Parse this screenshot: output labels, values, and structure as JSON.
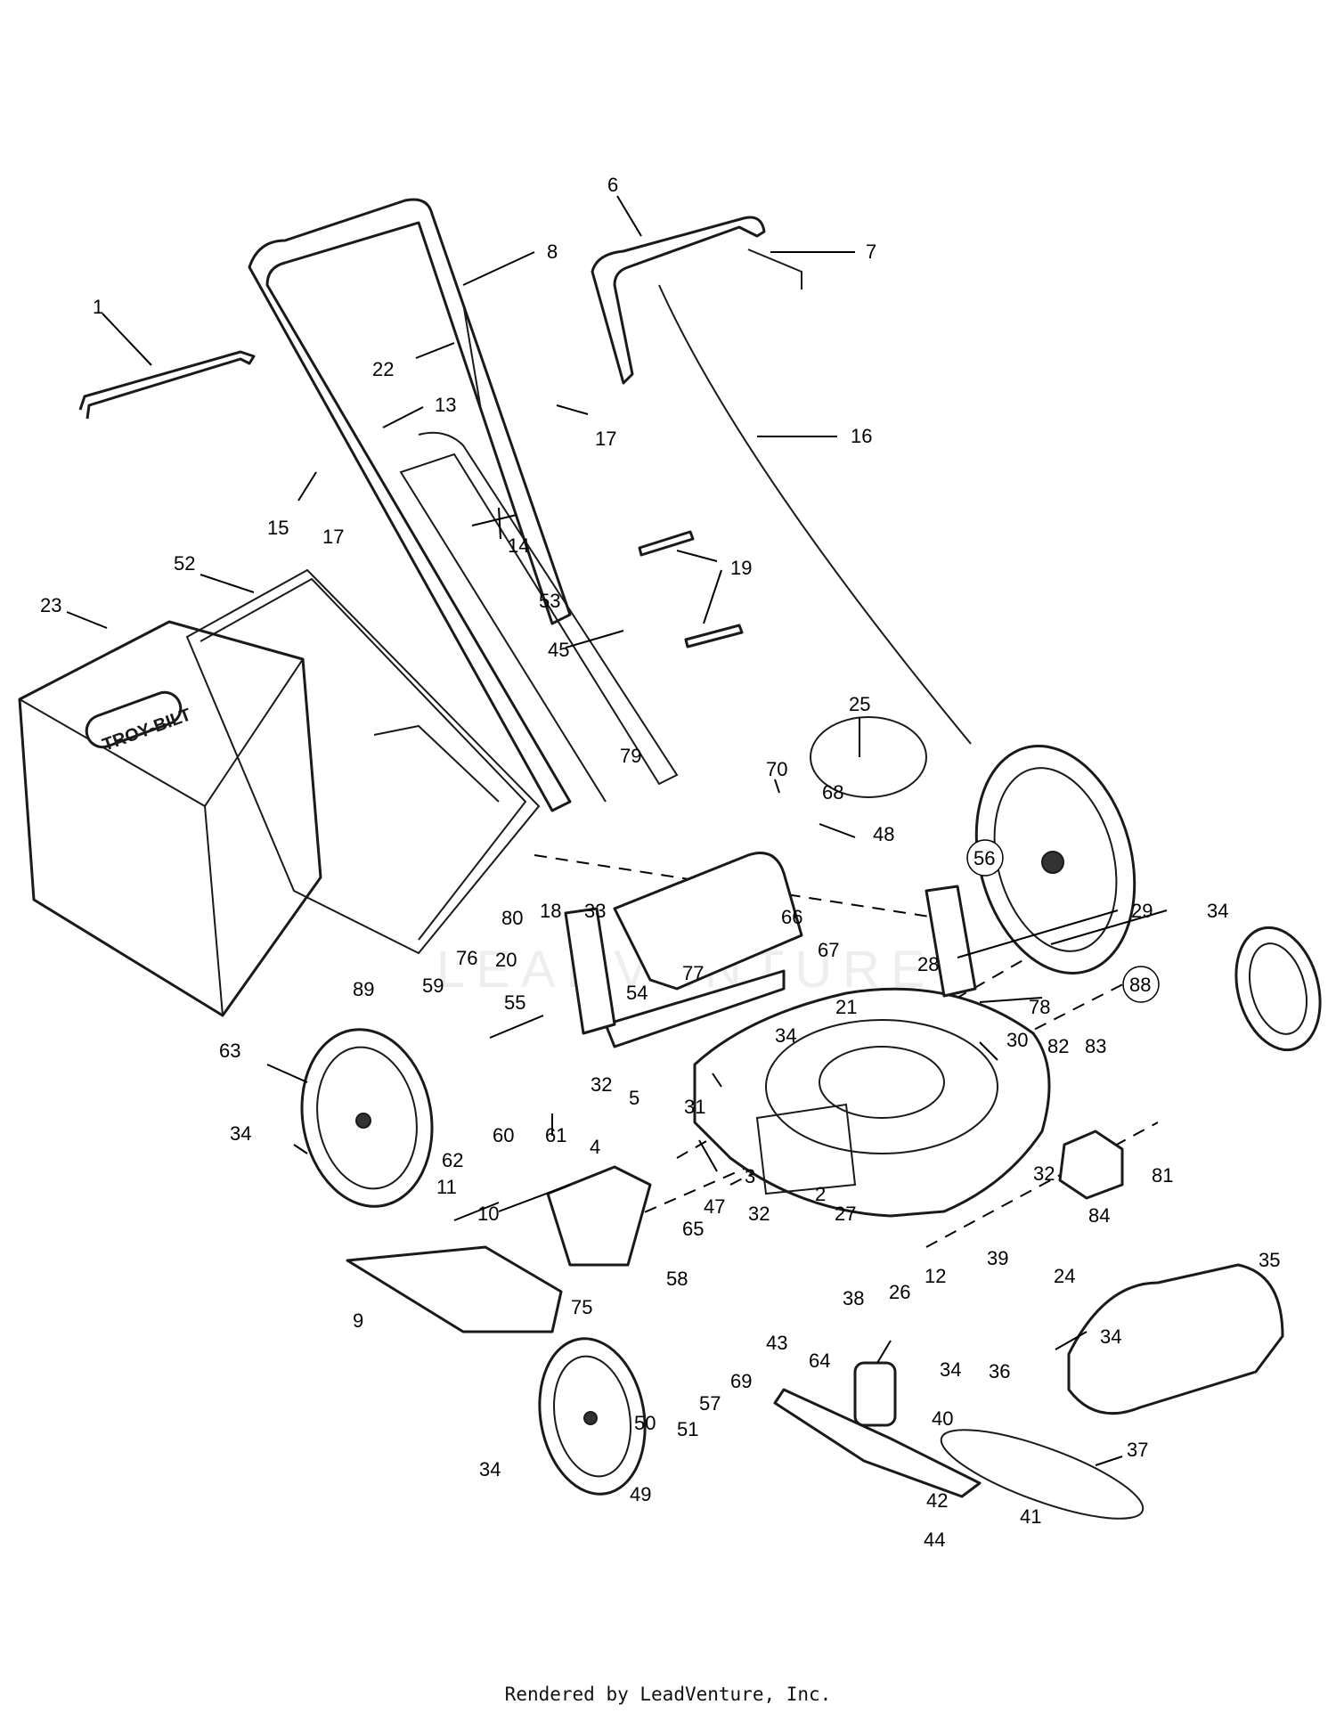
{
  "diagram": {
    "brand_logo": "TROY-BILT",
    "watermark": "LEADVENTURE",
    "callouts": [
      "1",
      "2",
      "3",
      "4",
      "5",
      "6",
      "7",
      "8",
      "9",
      "10",
      "11",
      "12",
      "13",
      "14",
      "15",
      "16",
      "17",
      "17",
      "18",
      "19",
      "20",
      "21",
      "22",
      "23",
      "24",
      "25",
      "26",
      "27",
      "28",
      "29",
      "30",
      "31",
      "32",
      "32",
      "32",
      "33",
      "34",
      "34",
      "34",
      "34",
      "34",
      "34",
      "35",
      "36",
      "37",
      "38",
      "39",
      "40",
      "41",
      "42",
      "43",
      "44",
      "45",
      "47",
      "48",
      "49",
      "50",
      "51",
      "52",
      "53",
      "54",
      "55",
      "56",
      "57",
      "58",
      "59",
      "60",
      "61",
      "62",
      "63",
      "64",
      "65",
      "66",
      "67",
      "68",
      "69",
      "70",
      "75",
      "76",
      "77",
      "78",
      "79",
      "80",
      "81",
      "82",
      "83",
      "84",
      "88",
      "89"
    ],
    "circled_callouts": [
      "56",
      "88"
    ]
  },
  "footer": {
    "text": "Rendered by LeadVenture, Inc."
  }
}
